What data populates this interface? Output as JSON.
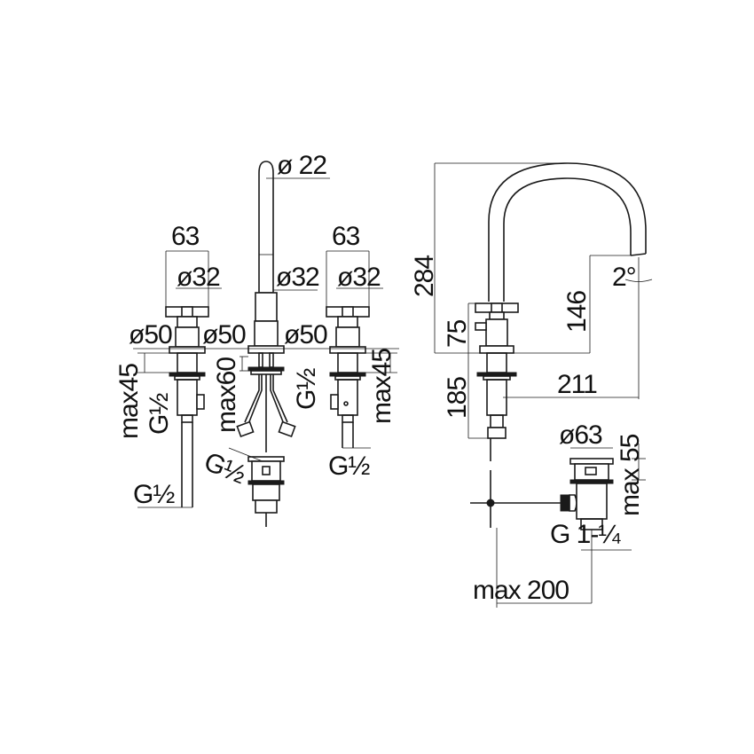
{
  "drawing": {
    "title": "Three-hole basin mixer technical drawing",
    "line_color": "#1a1a1a",
    "background": "#ffffff"
  },
  "front_view": {
    "spout_diameter": "ø 22",
    "left_handle_width": "63",
    "right_handle_width": "63",
    "left_handle_stem": "ø32",
    "center_stem": "ø32",
    "right_handle_stem": "ø32",
    "left_base": "ø50",
    "center_base": "ø50",
    "right_base": "ø50",
    "left_max_thickness": "max45",
    "center_max_thickness": "max60",
    "right_max_thickness": "max45",
    "left_outlet_thread": "G½",
    "right_outlet_thread": "G½",
    "left_inlet_thread": "G½",
    "right_inlet_thread": "G½",
    "hose_thread": "G½"
  },
  "side_view": {
    "total_height": "284",
    "spout_outlet_height": "146",
    "handle_height": "75",
    "below_deck_length": "185",
    "spout_reach": "211",
    "spout_angle": "2°",
    "waste_diameter": "ø63",
    "waste_max_thickness": "max 55",
    "waste_thread": "G 1-¼",
    "waste_rod_max": "max 200"
  }
}
